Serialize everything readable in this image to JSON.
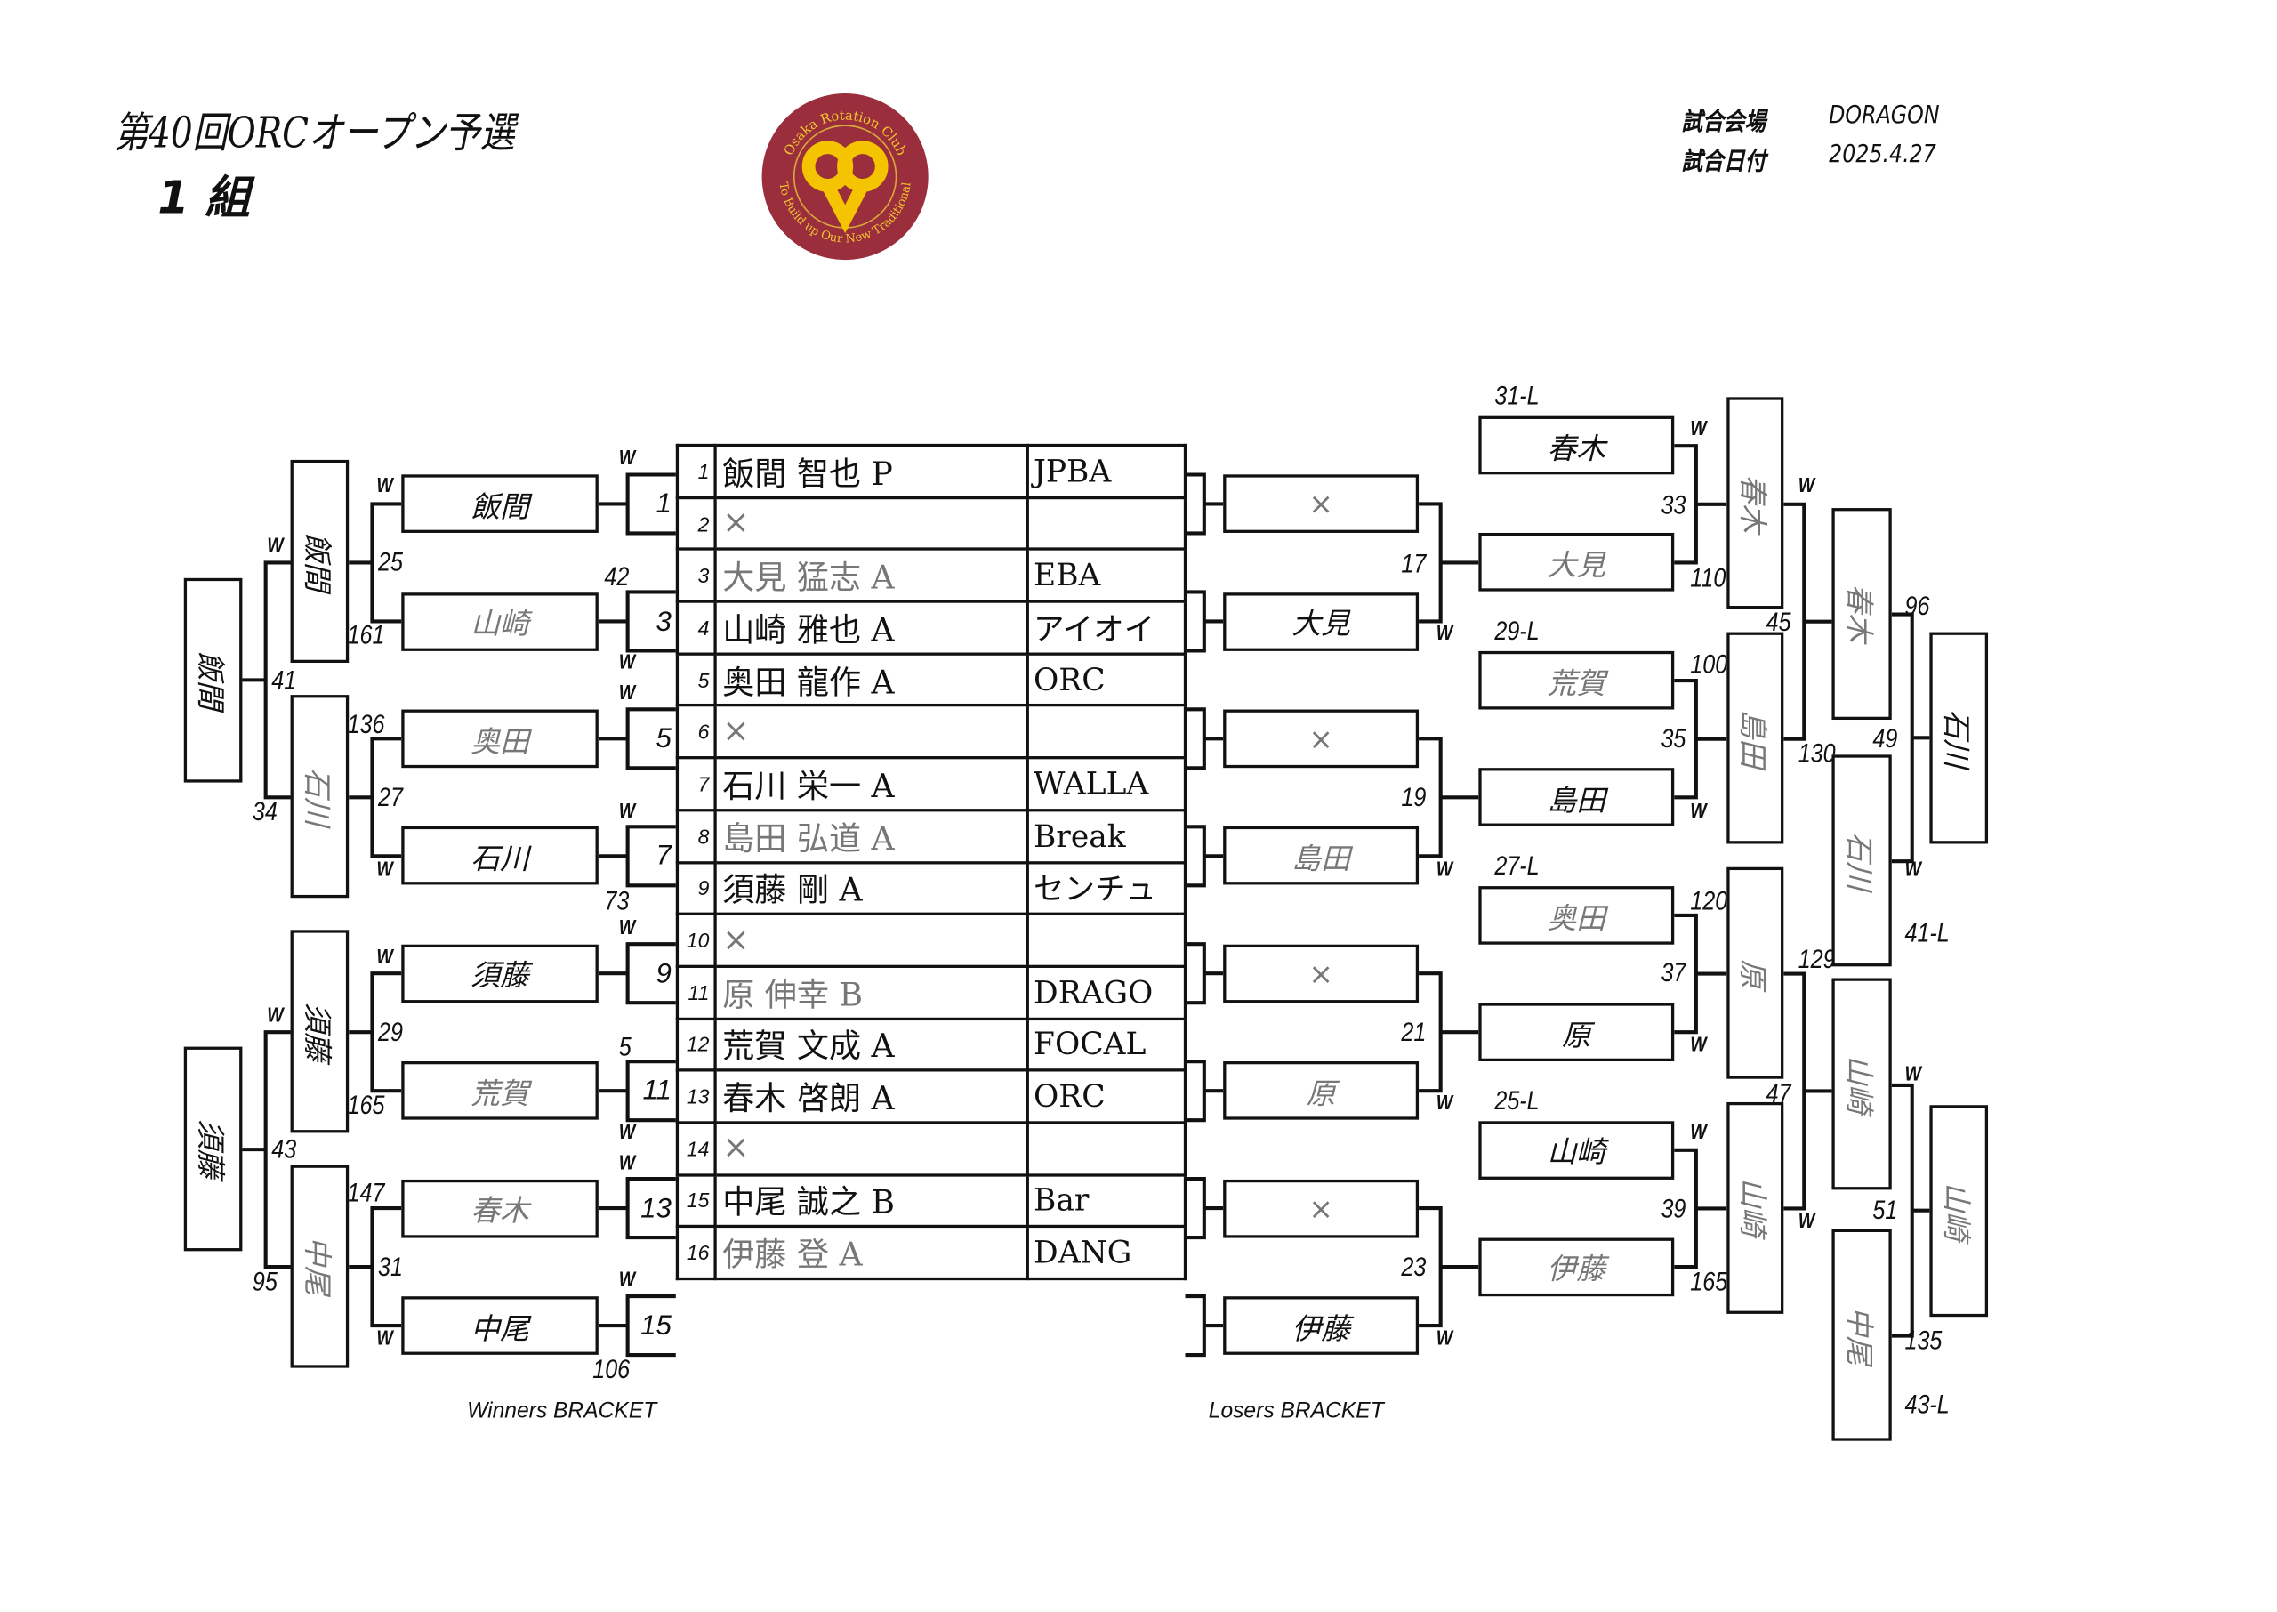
{
  "header": {
    "title": "第40回ORCオープン予選",
    "group": "1 組",
    "venue_label": "試合会場",
    "venue": "DORAGON",
    "date_label": "試合日付",
    "date": "2025.4.27",
    "logo_text_top": "Osaka Rotation Club",
    "logo_text_bottom": "To Build up Our New Traditional"
  },
  "entries": [
    {
      "no": "1",
      "name": "飯間 智也 P",
      "club": "JPBA"
    },
    {
      "no": "2",
      "name": "×",
      "club": "",
      "muted": true
    },
    {
      "no": "3",
      "name": "大見 猛志 A",
      "club": "EBA",
      "muted": true
    },
    {
      "no": "4",
      "name": "山崎 雅也 A",
      "club": "アイオイ"
    },
    {
      "no": "5",
      "name": "奥田 龍作 A",
      "club": "ORC"
    },
    {
      "no": "6",
      "name": "×",
      "club": "",
      "muted": true
    },
    {
      "no": "7",
      "name": "石川 栄一 A",
      "club": "WALLA"
    },
    {
      "no": "8",
      "name": "島田 弘道 A",
      "club": "Break",
      "muted": true
    },
    {
      "no": "9",
      "name": "須藤 剛 A",
      "club": "センチュ"
    },
    {
      "no": "10",
      "name": "×",
      "club": "",
      "muted": true
    },
    {
      "no": "11",
      "name": "原 伸幸 B",
      "club": "DRAGO",
      "muted": true
    },
    {
      "no": "12",
      "name": "荒賀 文成 A",
      "club": "FOCAL"
    },
    {
      "no": "13",
      "name": "春木 啓朗 A",
      "club": "ORC"
    },
    {
      "no": "14",
      "name": "×",
      "club": "",
      "muted": true
    },
    {
      "no": "15",
      "name": "中尾 誠之 B",
      "club": "Bar"
    },
    {
      "no": "16",
      "name": "伊藤 登 A",
      "club": "DANG",
      "muted": true
    }
  ],
  "winners": {
    "title": "Winners BRACKET",
    "round1_matches": [
      "1",
      "3",
      "5",
      "7",
      "9",
      "11",
      "13",
      "15"
    ],
    "round1": [
      {
        "name": "飯間"
      },
      {
        "name": "山崎",
        "muted": true
      },
      {
        "name": "奥田",
        "muted": true
      },
      {
        "name": "石川"
      },
      {
        "name": "須藤"
      },
      {
        "name": "荒賀",
        "muted": true
      },
      {
        "name": "春木",
        "muted": true
      },
      {
        "name": "中尾"
      }
    ],
    "round2": [
      {
        "name": "飯間"
      },
      {
        "name": "石川",
        "muted": true
      },
      {
        "name": "須藤"
      },
      {
        "name": "中尾",
        "muted": true
      }
    ],
    "round3": [
      {
        "name": "飯間"
      },
      {
        "name": "須藤"
      }
    ],
    "marks": [
      "W",
      "25",
      "161",
      "136",
      "27",
      "W",
      "W",
      "41",
      "34",
      "W",
      "42",
      "W",
      "W",
      "W",
      "73",
      "W",
      "29",
      "165",
      "147",
      "31",
      "W",
      "W",
      "43",
      "95",
      "W",
      "5",
      "W",
      "W",
      "W",
      "106"
    ]
  },
  "losers": {
    "title": "Losers BRACKET",
    "round1": [
      {
        "name": "×",
        "muted": true
      },
      {
        "name": "大見"
      },
      {
        "name": "×",
        "muted": true
      },
      {
        "name": "島田",
        "muted": true
      },
      {
        "name": "×",
        "muted": true
      },
      {
        "name": "原",
        "muted": true
      },
      {
        "name": "×",
        "muted": true
      },
      {
        "name": "伊藤"
      }
    ],
    "round2": [
      {
        "name": "春木"
      },
      {
        "name": "大見",
        "muted": true
      },
      {
        "name": "荒賀",
        "muted": true
      },
      {
        "name": "島田"
      },
      {
        "name": "奥田",
        "muted": true
      },
      {
        "name": "原"
      },
      {
        "name": "山崎"
      },
      {
        "name": "伊藤",
        "muted": true
      }
    ],
    "round3": [
      {
        "name": "春木",
        "muted": true
      },
      {
        "name": "島田",
        "muted": true
      },
      {
        "name": "原",
        "muted": true
      },
      {
        "name": "山崎",
        "muted": true
      }
    ],
    "round4": [
      {
        "name": "春木",
        "muted": true
      },
      {
        "name": "石川",
        "muted": true
      },
      {
        "name": "山崎",
        "muted": true
      },
      {
        "name": "中尾",
        "muted": true
      }
    ],
    "round5": [
      {
        "name": "石川"
      },
      {
        "name": "山崎",
        "muted": true
      }
    ],
    "marks": [
      "17",
      "W",
      "19",
      "W",
      "21",
      "W",
      "23",
      "W",
      "31-L",
      "29-L",
      "27-L",
      "25-L",
      "W",
      "33",
      "110",
      "100",
      "35",
      "W",
      "120",
      "37",
      "W",
      "W",
      "39",
      "165",
      "W",
      "45",
      "129",
      "47",
      "W",
      "96",
      "49",
      "130",
      "W",
      "41-L",
      "W",
      "51",
      "135",
      "43-L"
    ]
  }
}
